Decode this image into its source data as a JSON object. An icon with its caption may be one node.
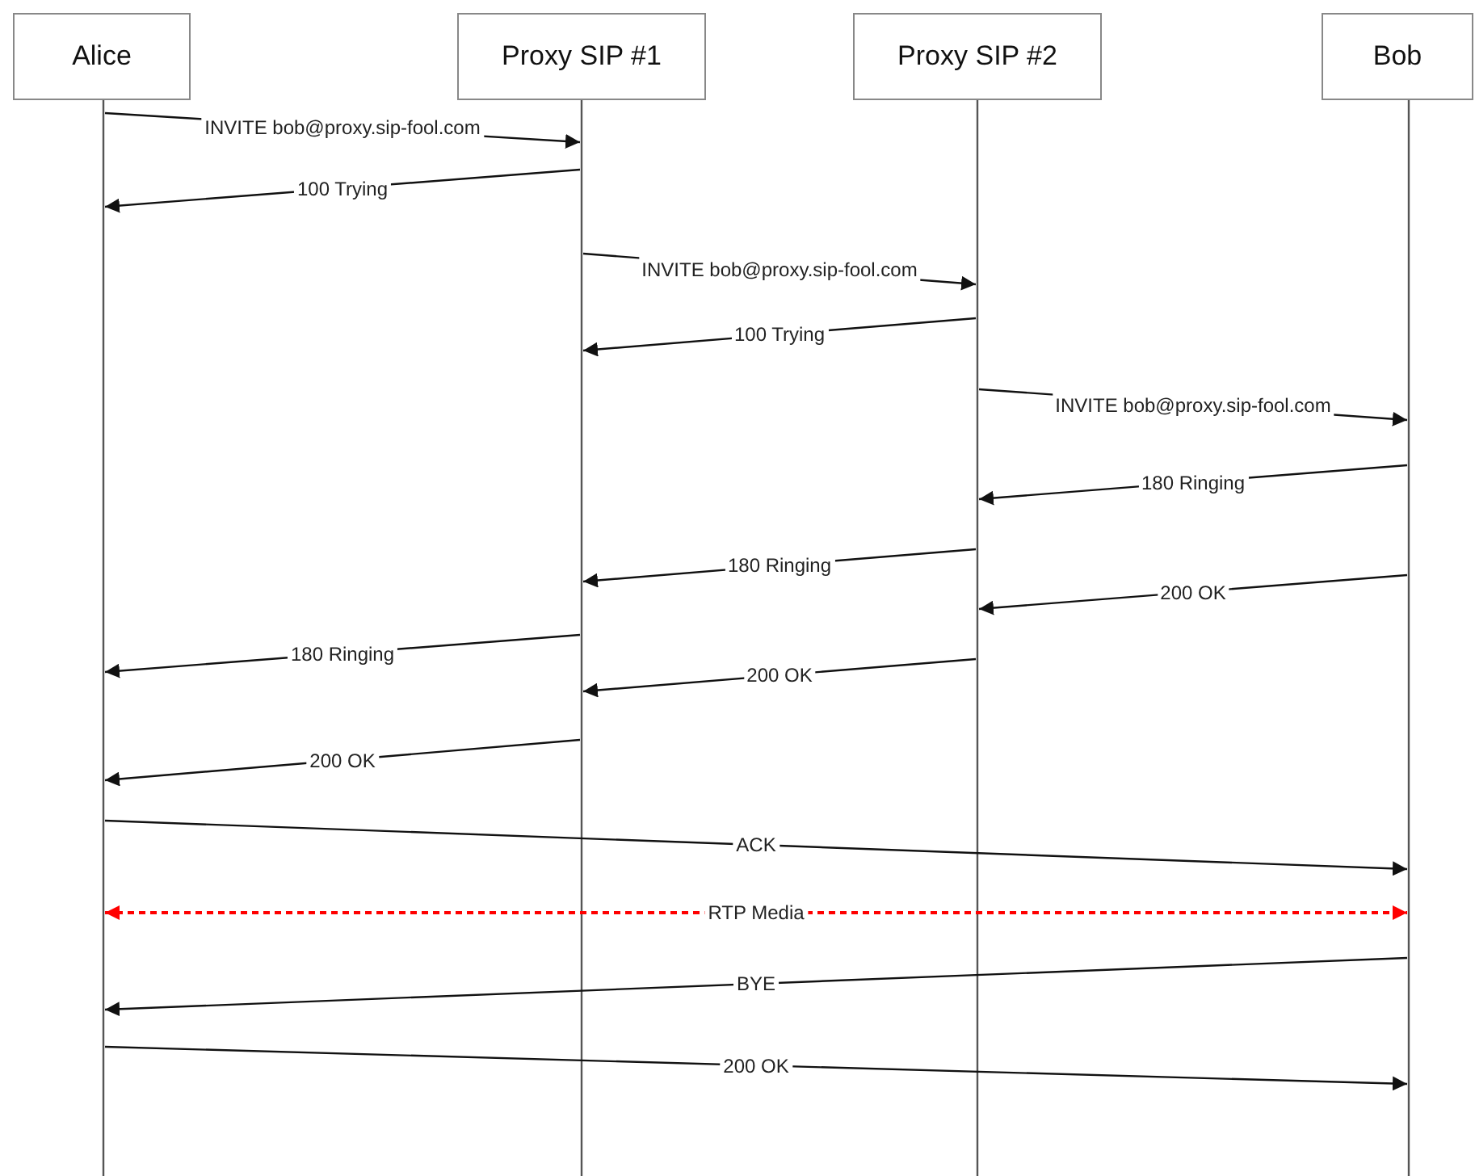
{
  "diagram": {
    "nodes": [
      {
        "text": [
          "Alice"
        ]
      },
      {
        "text": [
          "Proxy SIP #1"
        ]
      },
      {
        "text": [
          "Proxy SIP #2"
        ]
      },
      {
        "text": [
          "Bob"
        ]
      }
    ],
    "edges": [
      {
        "from": 0,
        "to": 1,
        "arrow": "to",
        "label": "INVITE bob@proxy.sip-fool.com"
      },
      {
        "from": 1,
        "to": 0,
        "arrow": "to",
        "label": "100 Trying"
      },
      {
        "from": 1,
        "to": 2,
        "arrow": "to",
        "label": "INVITE bob@proxy.sip-fool.com"
      },
      {
        "from": 2,
        "to": 1,
        "arrow": "to",
        "label": "100 Trying"
      },
      {
        "from": 2,
        "to": 3,
        "arrow": "to",
        "label": "INVITE bob@proxy.sip-fool.com"
      },
      {
        "from": 3,
        "to": 2,
        "arrow": "to",
        "label": "180 Ringing"
      },
      {
        "from": 2,
        "to": 1,
        "arrow": "to",
        "label": "180 Ringing"
      },
      {
        "from": 3,
        "to": 2,
        "arrow": "to",
        "label": "200 OK"
      },
      {
        "from": 1,
        "to": 0,
        "arrow": "to",
        "label": "180 Ringing"
      },
      {
        "from": 2,
        "to": 1,
        "arrow": "to",
        "label": "200 OK"
      },
      {
        "from": 1,
        "to": 0,
        "arrow": "to",
        "label": "200 OK"
      },
      {
        "from": 0,
        "to": 3,
        "arrow": "to",
        "label": "ACK"
      },
      {
        "from": 0,
        "to": 3,
        "arrow": "both",
        "label": "RTP Media",
        "style": "dashed",
        "color": "#ff0000"
      },
      {
        "from": 3,
        "to": 0,
        "arrow": "to",
        "label": "BYE"
      },
      {
        "from": 0,
        "to": 3,
        "arrow": "to",
        "label": "200 OK"
      }
    ]
  }
}
